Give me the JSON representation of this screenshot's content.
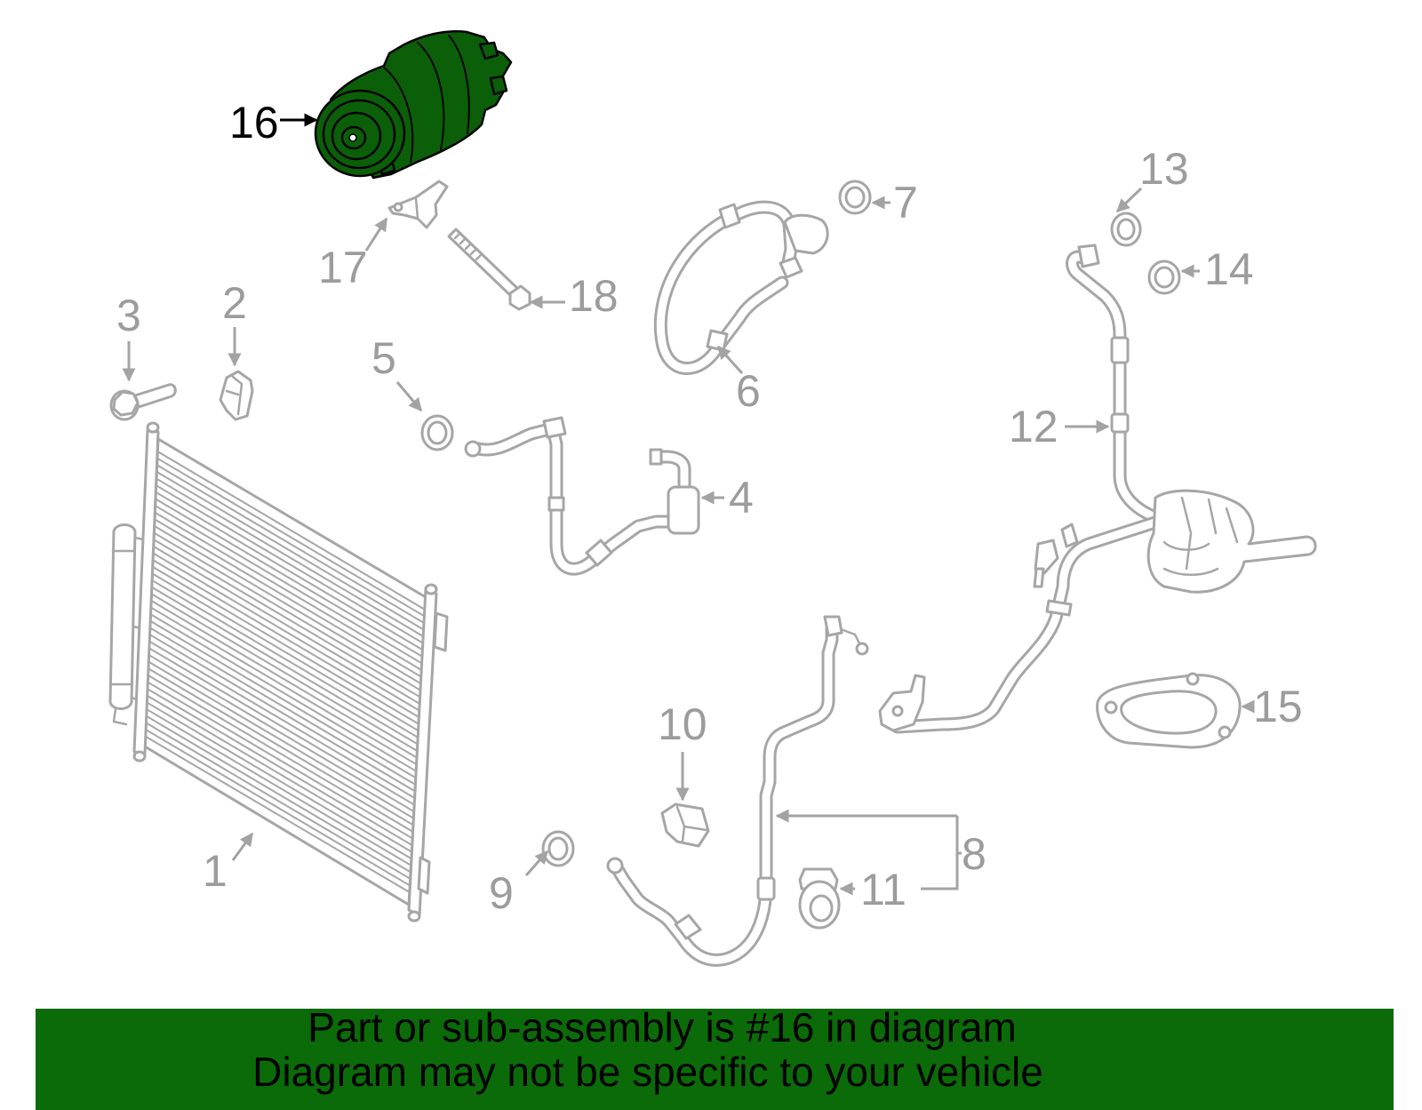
{
  "diagram": {
    "gray_callouts": {
      "p1": "1",
      "p2": "2",
      "p3": "3",
      "p4": "4",
      "p5": "5",
      "p6": "6",
      "p7": "7",
      "p8": "8",
      "p9": "9",
      "p10": "10",
      "p11": "11",
      "p12": "12",
      "p13": "13",
      "p14": "14",
      "p15": "15",
      "p17": "17",
      "p18": "18"
    },
    "highlighted_callout": "16"
  },
  "banner": {
    "line1": "Part or sub-assembly is #16 in diagram",
    "line2": "Diagram may not be specific to your vehicle"
  },
  "colors": {
    "highlight": "#0b5f08",
    "banner_background": "#0b6b08",
    "part_outline": "#a6a6a6",
    "callout_gray": "#9c9c9c",
    "highlight_label": "#000000"
  }
}
